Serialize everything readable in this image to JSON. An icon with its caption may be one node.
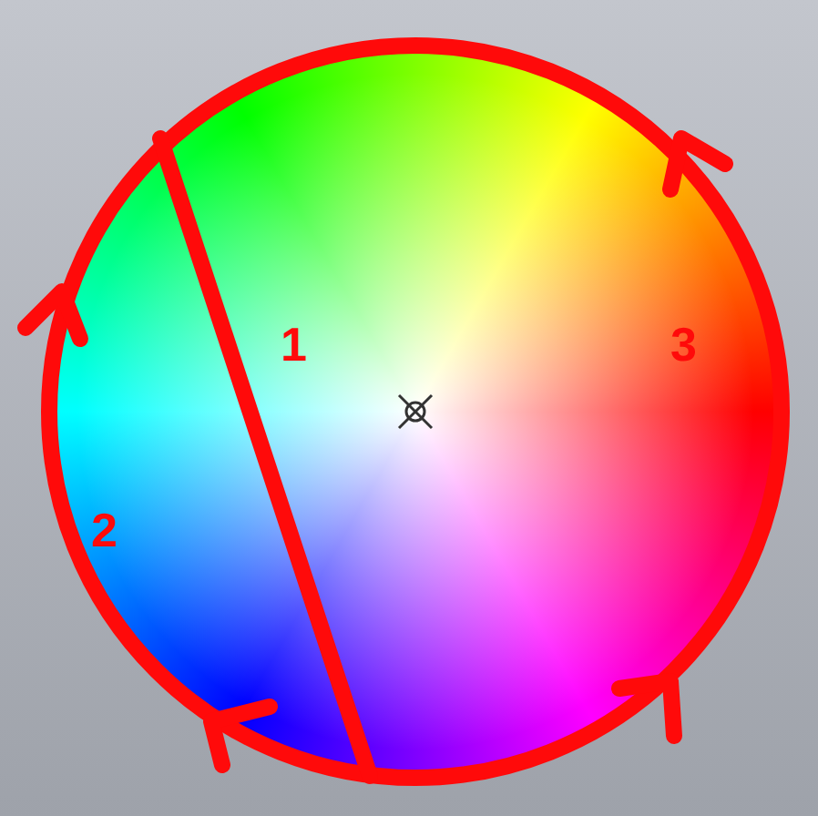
{
  "diagram": {
    "labels": [
      "1",
      "3",
      "2"
    ]
  }
}
